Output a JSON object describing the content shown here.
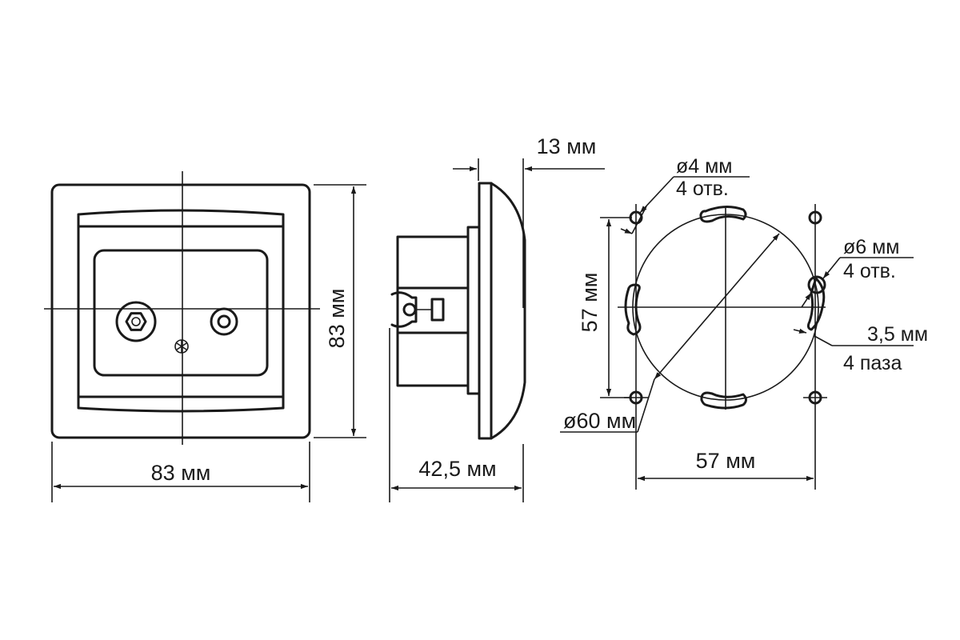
{
  "dimensions": {
    "front_width": "83 мм",
    "front_height": "83 мм",
    "side_depth": "42,5 мм",
    "side_frame_thickness": "13 мм",
    "mount_vertical_spacing": "57 мм",
    "mount_horizontal_spacing": "57 мм",
    "mount_circle_diameter": "ø60 мм"
  },
  "callouts": {
    "small_holes_size": "ø4 мм",
    "small_holes_count": "4 отв.",
    "large_holes_size": "ø6 мм",
    "large_holes_count": "4 отв.",
    "slots_size": "3,5 мм",
    "slots_count": "4 паза"
  }
}
